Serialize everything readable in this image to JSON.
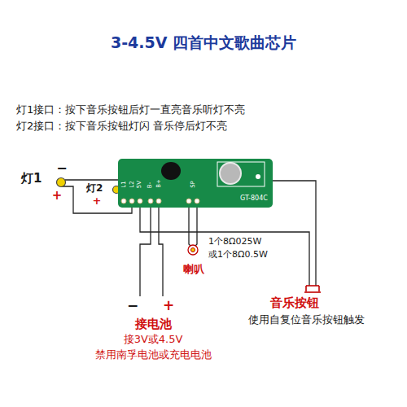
{
  "diagram": {
    "title": "3-4.5V 四首中文歌曲芯片",
    "nodes": [
      {
        "text": [
          "L1",
          "L2",
          "5V",
          "B-",
          "B+",
          "SP",
          "GT-804C"
        ]
      }
    ],
    "labels": [
      "灯1接口：按下音乐按钮后灯一直亮音乐听灯不亮",
      "灯2接口：按下音乐按钮灯闪 音乐停后灯不亮",
      "灯1",
      "−",
      "+",
      "灯2",
      "+",
      "喇叭",
      "1个8Ω025W",
      "或1个8Ω0.5W",
      "−",
      "+",
      "接电池",
      "接3V或4.5V",
      "禁用南孚电池或充电电池",
      "音乐按钮",
      "使用自复位音乐按钮触发"
    ]
  }
}
